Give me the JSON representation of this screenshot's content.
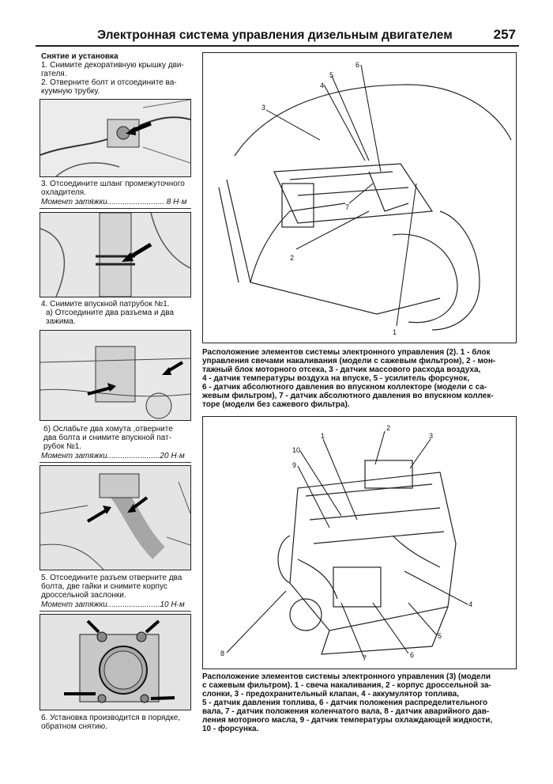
{
  "header": {
    "title": "Электронная система управления дизельным двигателем",
    "page_number": "257"
  },
  "left": {
    "section_title": "Снятие и установка",
    "step1": [
      "1. Снимите декоративную крышку дви-",
      "гателя."
    ],
    "step2": [
      "2. Отверните болт и отсоедините ва-",
      "куумную трубку."
    ],
    "step3": [
      "3. Отсоедините шланг промежуточного",
      "охладителя."
    ],
    "torque3": "Момент затяжки.......................... 8 Н·м",
    "step4": [
      "4. Снимите впускной патрубок №1.",
      "а) Отсоедините два разъема и два",
      "зажима."
    ],
    "step4b": [
      "б) Ослабьте два хомута ,отверните",
      "два болта и снимите впускной пат-",
      "рубок №1."
    ],
    "torque4b": "Момент затяжки........................20 Н·м",
    "step5": [
      "5. Отсоедините разъем отверните два",
      "болта, две гайки и снимите корпус",
      "дроссельной заслонки."
    ],
    "torque5": "Момент затяжки........................10 Н·м",
    "step6": [
      "6. Установка производится в порядке,",
      "обратном снятию."
    ]
  },
  "diagram1": {
    "callouts": [
      "1",
      "2",
      "3",
      "4",
      "5",
      "6",
      "7"
    ],
    "caption": [
      "Расположение элементов системы электронного управления (2). 1 - блок",
      "управления свечами накаливания (модели с сажевым фильтром), 2 - мон-",
      "тажный блок моторного отсека, 3 - датчик массового расхода воздуха,",
      "4 - датчик температуры воздуха на впуске, 5 - усилитель форсунок,",
      "6 - датчик абсолютного давления во впускном коллекторе (модели с са-",
      "жевым фильтром), 7 - датчик абсолютного давления во впускном коллек-",
      "торе (модели без сажевого фильтра)."
    ]
  },
  "diagram2": {
    "callouts": [
      "1",
      "2",
      "3",
      "4",
      "5",
      "6",
      "7",
      "8",
      "9",
      "10"
    ],
    "caption": [
      "Расположение элементов системы электронного управления (3) (модели",
      "с сажевым фильтром). 1 - свеча накаливания, 2 - корпус дроссельной за-",
      "слонки, 3 - предохранительный клапан, 4 - аккумулятор топлива,",
      "5 - датчик давления топлива, 6 - датчик положения распределительного",
      "вала, 7 - датчик положения коленчатого вала, 8 - датчик аварийного дав-",
      "ления моторного масла, 9 - датчик температуры охлаждающей жидкости,",
      "10 - форсунка."
    ]
  },
  "colors": {
    "text": "#111111",
    "photo_bg": "#e9e9e9",
    "rule": "#222222"
  }
}
